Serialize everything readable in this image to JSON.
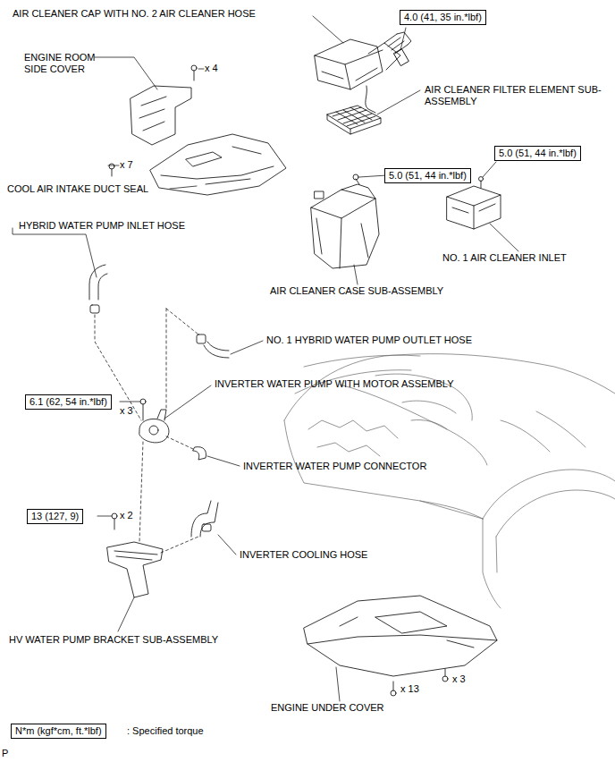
{
  "diagram": {
    "nodes": [
      {
        "text": [
          "4.0 (41, 35 in.*lbf)"
        ]
      },
      {
        "text": [
          "5.0 (51, 44 in.*lbf)"
        ]
      },
      {
        "text": [
          "5.0 (51, 44 in.*lbf)"
        ]
      },
      {
        "text": [
          "6.1 (62, 54 in.*lbf)"
        ]
      },
      {
        "text": [
          "13 (127, 9)"
        ]
      },
      {
        "text": [
          "N*m (kgf*cm, ft.*lbf)"
        ]
      }
    ],
    "labels": [
      "AIR CLEANER CAP WITH NO. 2 AIR CLEANER HOSE",
      "ENGINE ROOM SIDE COVER",
      "x 4",
      "AIR CLEANER FILTER ELEMENT SUB-ASSEMBLY",
      "x 7",
      "COOL AIR INTAKE DUCT SEAL",
      "HYBRID WATER PUMP INLET HOSE",
      "NO. 1 AIR CLEANER INLET",
      "AIR CLEANER CASE SUB-ASSEMBLY",
      "NO. 1 HYBRID WATER PUMP OUTLET HOSE",
      "INVERTER WATER PUMP WITH MOTOR ASSEMBLY",
      "x 3",
      "INVERTER WATER PUMP CONNECTOR",
      "x 2",
      "INVERTER COOLING HOSE",
      "HV WATER PUMP BRACKET SUB-ASSEMBLY",
      "x 13",
      "x 3",
      "ENGINE UNDER COVER",
      ": Specified torque",
      "P"
    ]
  }
}
